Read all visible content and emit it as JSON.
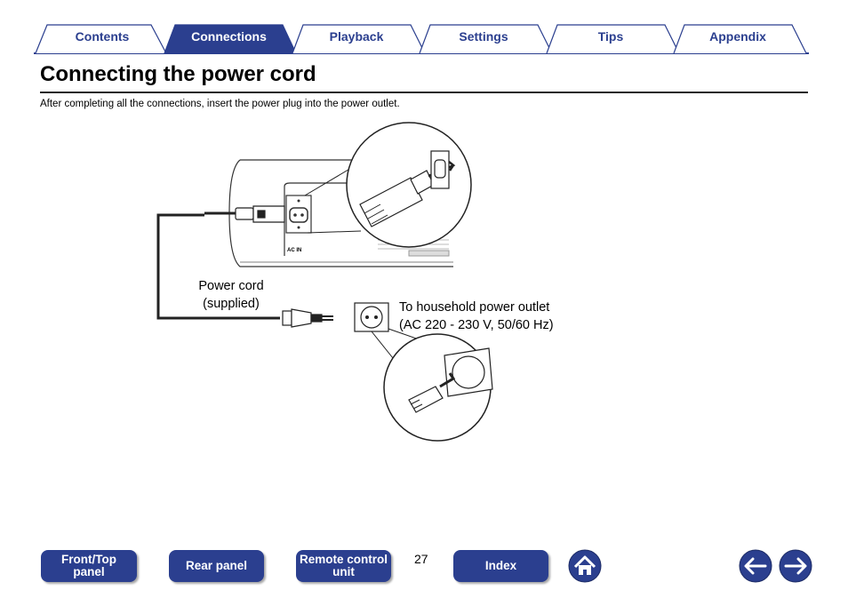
{
  "tabs": [
    {
      "label": "Contents",
      "active": false
    },
    {
      "label": "Connections",
      "active": true
    },
    {
      "label": "Playback",
      "active": false
    },
    {
      "label": "Settings",
      "active": false
    },
    {
      "label": "Tips",
      "active": false
    },
    {
      "label": "Appendix",
      "active": false
    }
  ],
  "page": {
    "title": "Connecting the power cord",
    "intro": "After completing all the connections, insert the power plug into the power outlet.",
    "number": "27"
  },
  "diagram": {
    "port_label": "AC IN",
    "cord_label_line1": "Power cord",
    "cord_label_line2": "(supplied)",
    "outlet_label_line1": "To household power outlet",
    "outlet_label_line2": "(AC 220 - 230 V, 50/60 Hz)"
  },
  "bottom_nav": {
    "front_top_line1": "Front/Top",
    "front_top_line2": "panel",
    "rear_panel": "Rear panel",
    "remote_line1": "Remote control",
    "remote_line2": "unit",
    "index": "Index"
  },
  "icons": [
    "home-icon",
    "arrow-left-icon",
    "arrow-right-icon"
  ],
  "colors": {
    "accent": "#2b3f8f",
    "tab_bg": "#ffffff",
    "text": "#000000"
  }
}
